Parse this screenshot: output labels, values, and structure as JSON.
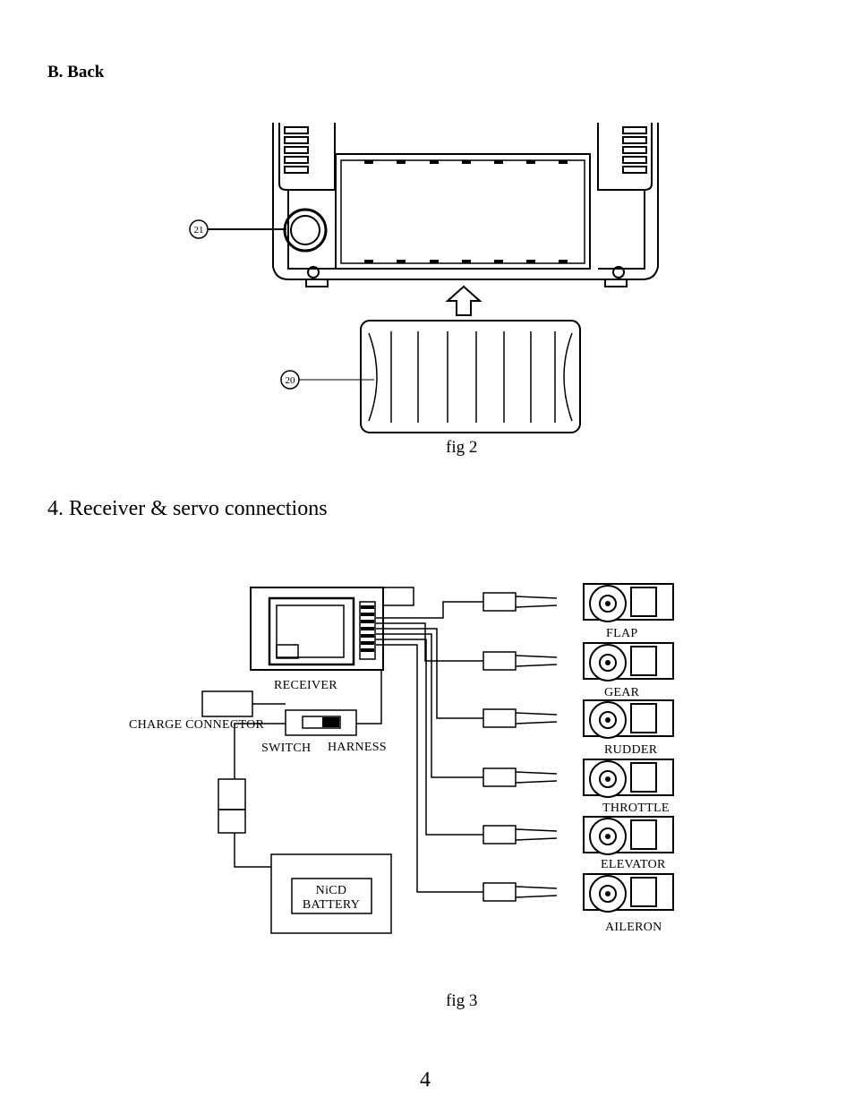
{
  "section_b": {
    "title": "B. Back"
  },
  "fig2": {
    "caption": "fig 2",
    "callouts": [
      "21",
      "20"
    ]
  },
  "section4": {
    "heading": "4.  Receiver & servo connections"
  },
  "fig3": {
    "caption": "fig 3",
    "receiver_label": "RECEIVER",
    "charge_connector_label": "CHARGE CONNECTOR",
    "switch_label": "SWITCH",
    "harness_label": "HARNESS",
    "battery_label_line1": "NiCD",
    "battery_label_line2": "BATTERY",
    "servos": [
      "FLAP",
      "GEAR",
      "RUDDER",
      "THROTTLE",
      "ELEVATOR",
      "AILERON"
    ]
  },
  "page_number": "4"
}
